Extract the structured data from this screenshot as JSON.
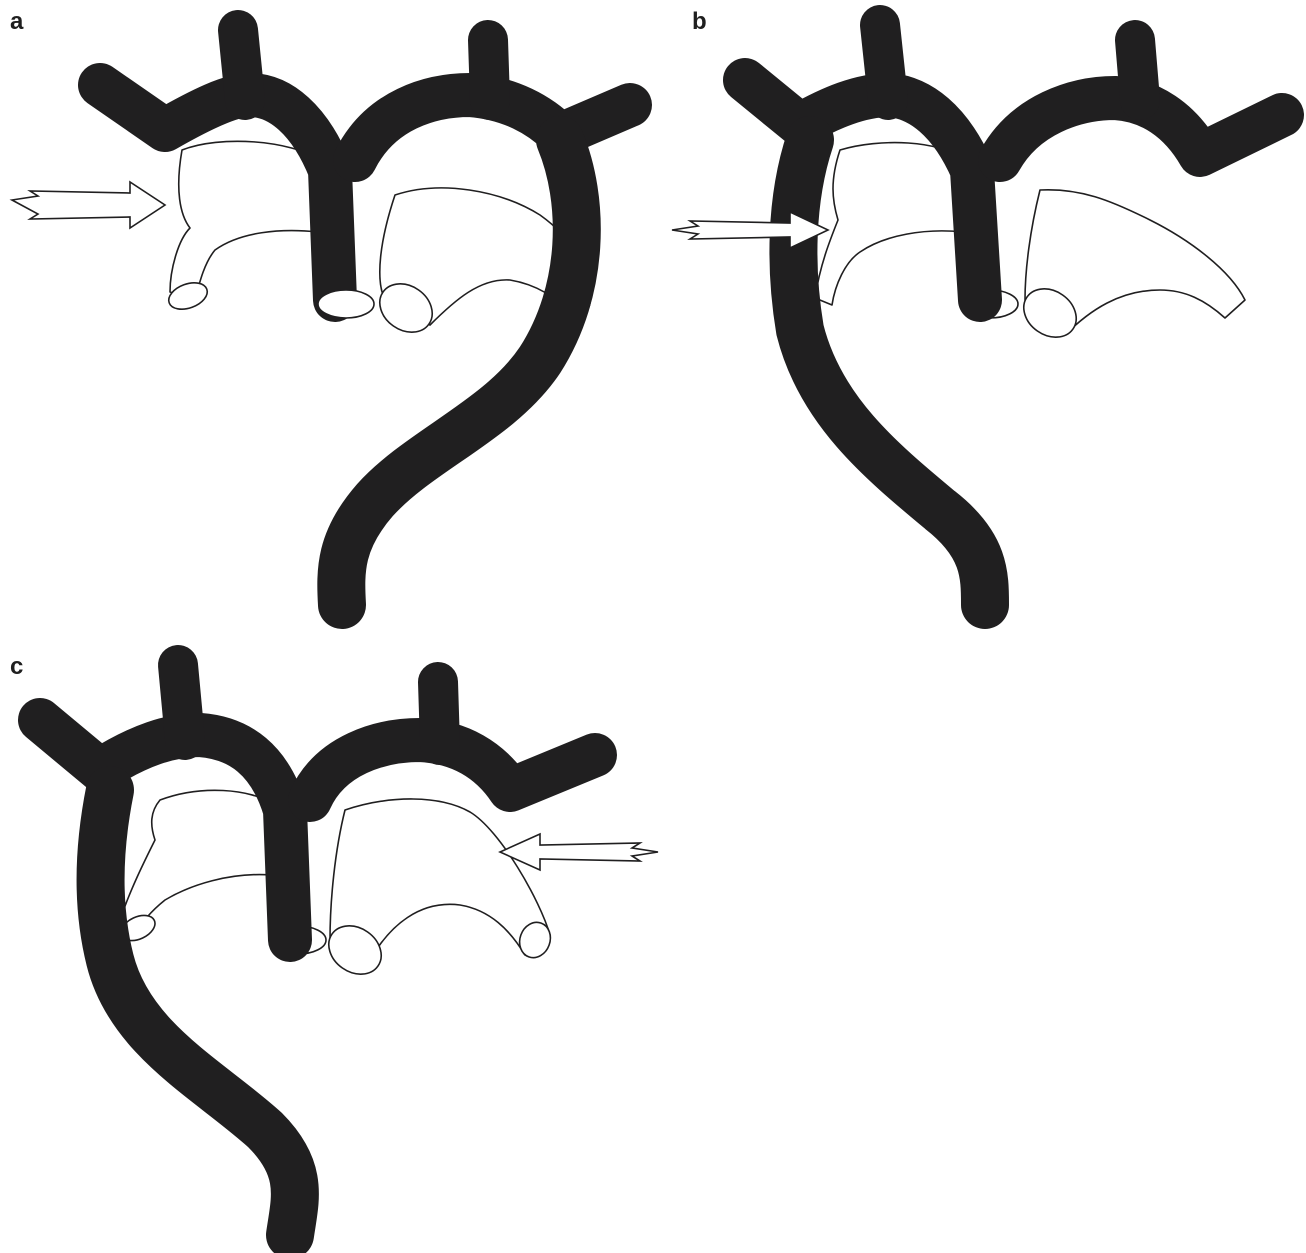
{
  "figure": {
    "panels": [
      {
        "label": "a"
      },
      {
        "label": "b"
      },
      {
        "label": "c"
      }
    ]
  },
  "colors": {
    "vessel": "#201f20",
    "background": "#ffffff"
  }
}
